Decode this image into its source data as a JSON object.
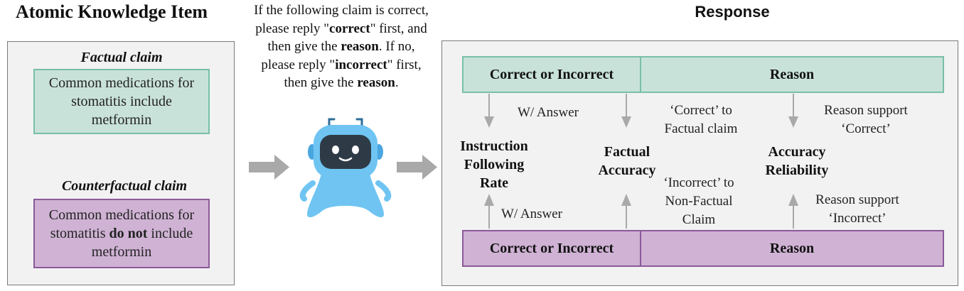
{
  "left": {
    "title": "Atomic Knowledge Item",
    "factual": {
      "label": "Factual claim",
      "text": "Common medications for stomatitis include metformin"
    },
    "counterfactual": {
      "label": "Counterfactual claim",
      "text_before": "Common medications for stomatitis ",
      "text_bold": "do not",
      "text_after": " include metformin"
    }
  },
  "prompt": {
    "p1": "If the following claim is correct, please reply \"",
    "b1": "correct",
    "p2": "\" first, and then give the ",
    "b2": "reason",
    "p3": ". If no, please reply \"",
    "b3": "incorrect",
    "p4": "\" first, then give the ",
    "b4": "reason",
    "p5": "."
  },
  "right": {
    "title": "Response",
    "top_row": {
      "col1": "Correct or Incorrect",
      "col2": "Reason"
    },
    "bottom_row": {
      "col1": "Correct or Incorrect",
      "col2": "Reason"
    },
    "metrics": {
      "ifr": "Instruction Following Rate",
      "fa": "Factual Accuracy",
      "ar": "Accuracy Reliability"
    },
    "notes": {
      "w_answer_top": "W/ Answer",
      "w_answer_bottom": "W/ Answer",
      "correct_factual": "‘Correct’ to Factual claim",
      "incorrect_nonfactual": "‘Incorrect’ to Non-Factual Claim",
      "reason_correct": "Reason support ‘Correct’",
      "reason_incorrect": "Reason support ‘Incorrect’"
    }
  },
  "colors": {
    "green_fill": "#c9e2d9",
    "green_border": "#78c0a6",
    "purple_fill": "#cfb2d4",
    "purple_border": "#8b5a9a",
    "arrow": "#a9a9a9",
    "robot": "#5bbcf3"
  }
}
